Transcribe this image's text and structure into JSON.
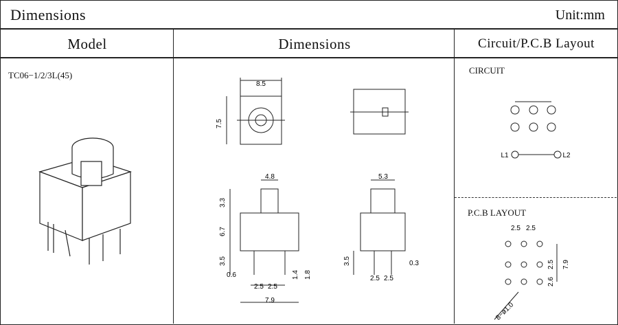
{
  "header": {
    "title": "Dimensions",
    "unit": "Unit:mm"
  },
  "columns": {
    "model": "Model",
    "dimensions": "Dimensions",
    "circuit": "Circuit/P.C.B Layout"
  },
  "model": {
    "name": "TC06−1/2/3L(45)"
  },
  "circuit": {
    "label": "CIRCUIT",
    "l1": "L1",
    "l2": "L2"
  },
  "pcb": {
    "label": "P.C.B LAYOUT",
    "d_pitch_a": "2.5",
    "d_pitch_b": "2.5",
    "d_row_a": "2.5",
    "d_row_b": "2.6",
    "d_total": "7.9",
    "d_hole": "8−ø1.0"
  },
  "dims": {
    "top_width": "8.5",
    "top_height": "7.5",
    "front_top": "4.8",
    "front_cap": "3.3",
    "front_body": "6.7",
    "front_pin": "3.5",
    "front_pin_off": "0.6",
    "front_p1": "2.5",
    "front_p2": "2.5",
    "front_total": "7.9",
    "front_s1": "1.4",
    "front_s2": "1.8",
    "side_top": "5.3",
    "side_pin": "3.5",
    "side_p1": "2.5",
    "side_p2": "2.5",
    "side_thk": "0.3"
  }
}
